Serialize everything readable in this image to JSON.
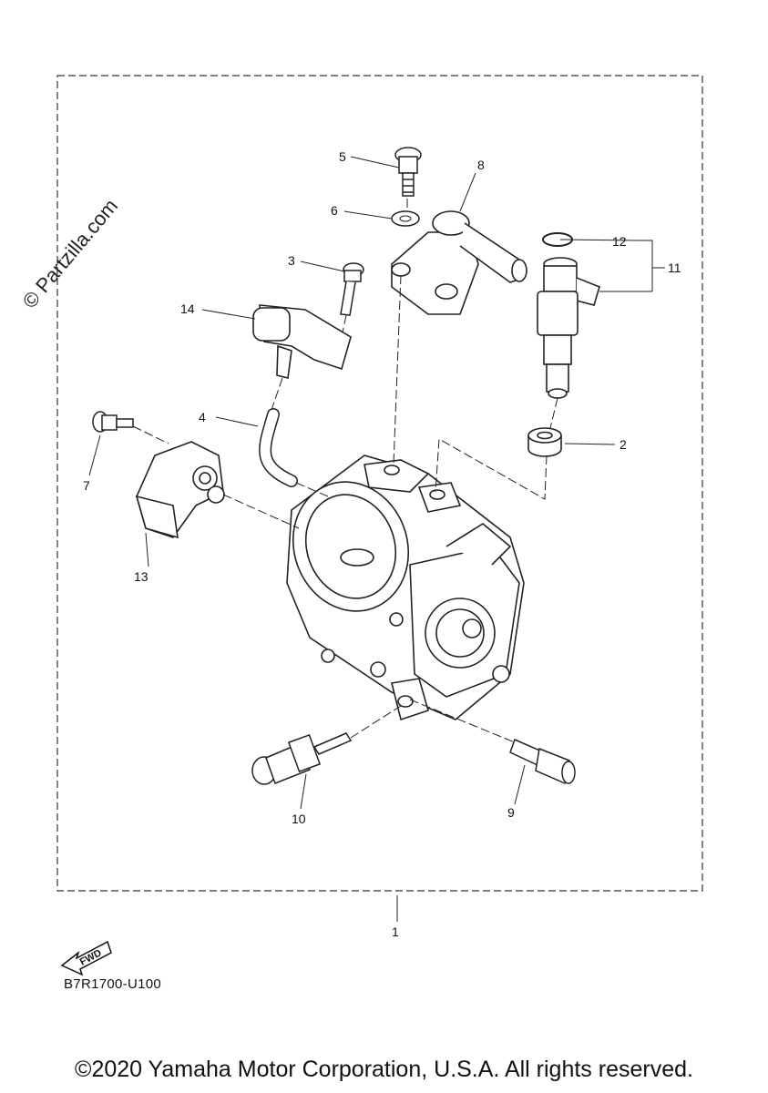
{
  "watermark": "© Partzilla.com",
  "callouts": {
    "c1": "1",
    "c2": "2",
    "c3": "3",
    "c4": "4",
    "c5": "5",
    "c6": "6",
    "c7": "7",
    "c8": "8",
    "c9": "9",
    "c10": "10",
    "c11": "11",
    "c12": "12",
    "c13": "13",
    "c14": "14"
  },
  "fwd_label": "FWD",
  "diagram_code": "B7R1700-U100",
  "copyright": "©2020 Yamaha Motor Corporation, U.S.A. All rights reserved.",
  "icons": {
    "forward": "fwd-arrow-icon"
  }
}
